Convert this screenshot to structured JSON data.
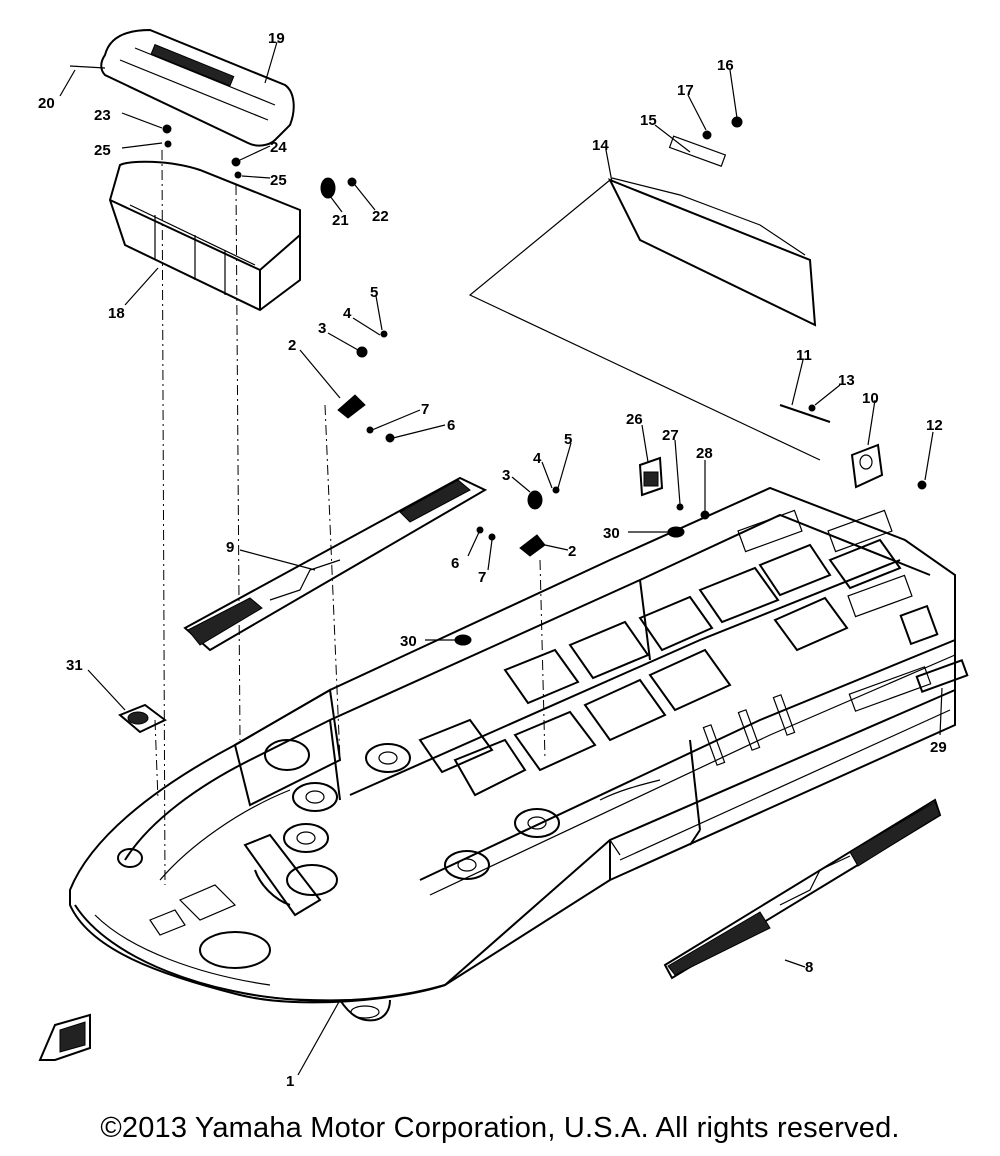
{
  "callouts": [
    {
      "n": "1"
    },
    {
      "n": "2"
    },
    {
      "n": "2"
    },
    {
      "n": "3"
    },
    {
      "n": "3"
    },
    {
      "n": "4"
    },
    {
      "n": "4"
    },
    {
      "n": "5"
    },
    {
      "n": "5"
    },
    {
      "n": "6"
    },
    {
      "n": "6"
    },
    {
      "n": "7"
    },
    {
      "n": "7"
    },
    {
      "n": "8"
    },
    {
      "n": "9"
    },
    {
      "n": "10"
    },
    {
      "n": "11"
    },
    {
      "n": "12"
    },
    {
      "n": "13"
    },
    {
      "n": "14"
    },
    {
      "n": "15"
    },
    {
      "n": "16"
    },
    {
      "n": "17"
    },
    {
      "n": "18"
    },
    {
      "n": "19"
    },
    {
      "n": "20"
    },
    {
      "n": "21"
    },
    {
      "n": "22"
    },
    {
      "n": "23"
    },
    {
      "n": "24"
    },
    {
      "n": "25"
    },
    {
      "n": "25"
    },
    {
      "n": "26"
    },
    {
      "n": "27"
    },
    {
      "n": "28"
    },
    {
      "n": "29"
    },
    {
      "n": "30"
    },
    {
      "n": "30"
    },
    {
      "n": "31"
    }
  ],
  "copyright": "©2013 Yamaha Motor Corporation, U.S.A. All rights reserved."
}
